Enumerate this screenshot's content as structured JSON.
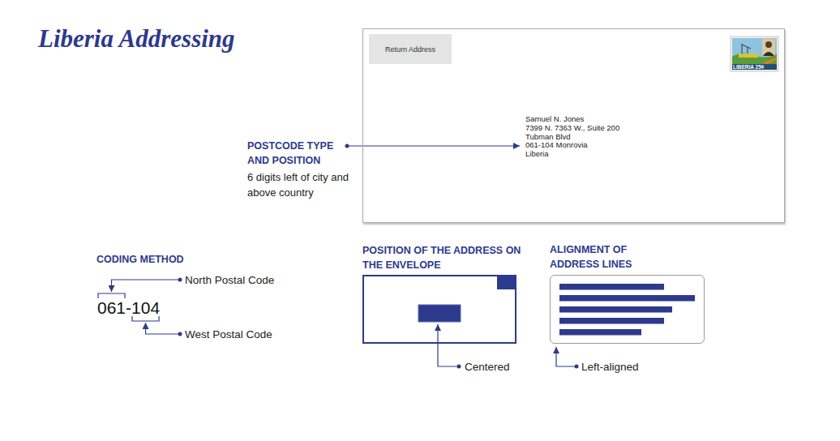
{
  "diagram": {
    "title": "Liberia Addressing",
    "nodes": [
      {
        "text": [
          "Samuel N. Jones",
          "7399 N. 7363 W., Suite 200",
          "Tubman Blvd",
          "061-104 Monrovia",
          "Liberia"
        ]
      },
      {
        "text": [
          "Return Address"
        ],
        "in": 0
      },
      {
        "text": [
          "POSITION OF THE ADDRESS ON THE ENVELOPE"
        ]
      },
      {
        "text": [
          "ALIGNMENT OF ADDRESS LINES"
        ]
      }
    ],
    "labels": [
      "LIBERIA 25¢",
      "POSTCODE TYPE AND POSITION",
      "6 digits left of city and above country",
      "CODING METHOD",
      "North Postal Code",
      "061-104",
      "West Postal Code",
      "Centered",
      "Left-aligned"
    ]
  }
}
